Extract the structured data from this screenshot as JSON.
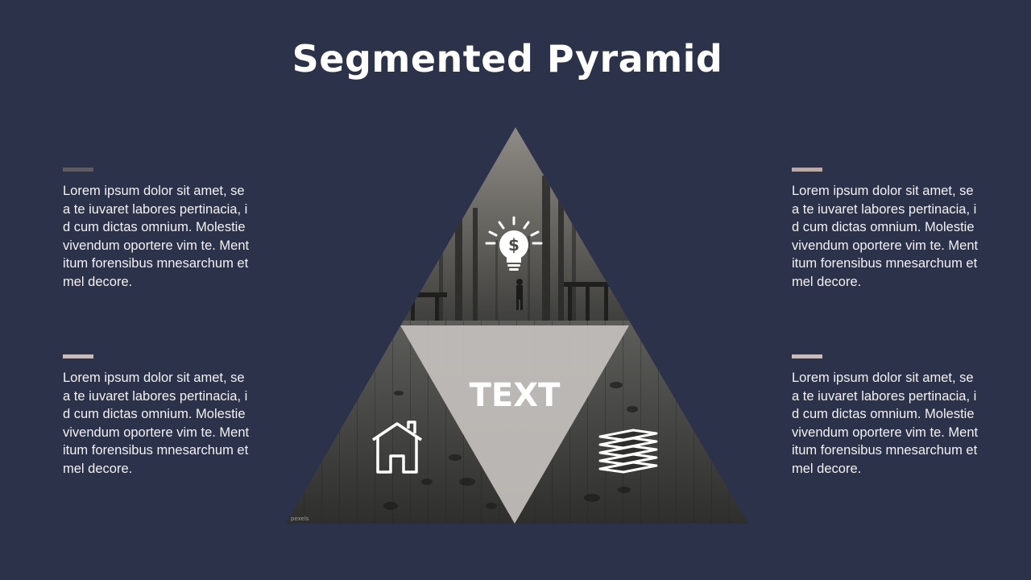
{
  "title": "Segmented Pyramid",
  "center_label": "TEXT",
  "photo_credit": "pexels",
  "colors": {
    "background": "#2b3249",
    "center_segment": "#c4bfbc",
    "bar_dark": "#5e5b63",
    "bar_light": "#b9aaa9"
  },
  "icons": {
    "top": "lightbulb-dollar-icon",
    "left": "house-icon",
    "right": "stack-layers-icon"
  },
  "text_blocks": [
    {
      "id": "top-left",
      "text": "Lorem ipsum dolor sit amet, sea te iuvaret labores pertinacia, id cum dictas omnium. Molestie vivendum oportere vim te. Mentitum forensibus mnesarchum et mel decore.",
      "bar_color": "#5e5b63"
    },
    {
      "id": "top-right",
      "text": "Lorem ipsum dolor sit amet, sea te iuvaret labores pertinacia, id cum dictas omnium. Molestie vivendum oportere vim te. Mentitum forensibus mnesarchum et mel decore.",
      "bar_color": "#b9aaa9"
    },
    {
      "id": "bottom-left",
      "text": "Lorem ipsum dolor sit amet, sea te iuvaret labores pertinacia, id cum dictas omnium. Molestie vivendum oportere vim te. Mentitum forensibus mnesarchum et mel decore.",
      "bar_color": "#c9bcbb"
    },
    {
      "id": "bottom-right",
      "text": "Lorem ipsum dolor sit amet, sea te iuvaret labores pertinacia, id cum dictas omnium. Molestie vivendum oportere vim te. Mentitum forensibus mnesarchum et mel decore.",
      "bar_color": "#c9bcbb"
    }
  ]
}
